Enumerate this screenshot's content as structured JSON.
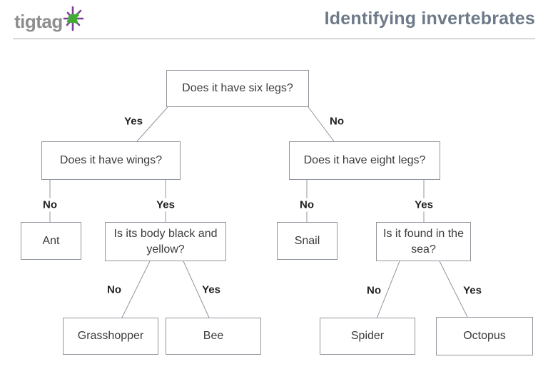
{
  "header": {
    "logo_text": "tigtag",
    "title": "Identifying invertebrates"
  },
  "colors": {
    "title_text": "#6e7989",
    "logo_text": "#8e8e90",
    "splat_green": "#41ab34",
    "splat_purple": "#7e3f98",
    "connector_gray": "#8f959d",
    "node_text": "#3b3b3b"
  },
  "diagram": {
    "nodes": {
      "six_legs": "Does it have six legs?",
      "wings": "Does it have wings?",
      "eight_legs": "Does it have eight legs?",
      "ant": "Ant",
      "black_yellow": "Is its body black and yellow?",
      "snail": "Snail",
      "sea": "Is it found in the sea?",
      "grasshopper": "Grasshopper",
      "bee": "Bee",
      "spider": "Spider",
      "octopus": "Octopus"
    },
    "edges": [
      {
        "from": "six_legs",
        "answer": "Yes",
        "to": "wings"
      },
      {
        "from": "six_legs",
        "answer": "No",
        "to": "eight_legs"
      },
      {
        "from": "wings",
        "answer": "No",
        "to": "ant"
      },
      {
        "from": "wings",
        "answer": "Yes",
        "to": "black_yellow"
      },
      {
        "from": "eight_legs",
        "answer": "No",
        "to": "snail"
      },
      {
        "from": "eight_legs",
        "answer": "Yes",
        "to": "sea"
      },
      {
        "from": "black_yellow",
        "answer": "No",
        "to": "grasshopper"
      },
      {
        "from": "black_yellow",
        "answer": "Yes",
        "to": "bee"
      },
      {
        "from": "sea",
        "answer": "No",
        "to": "spider"
      },
      {
        "from": "sea",
        "answer": "Yes",
        "to": "octopus"
      }
    ]
  }
}
